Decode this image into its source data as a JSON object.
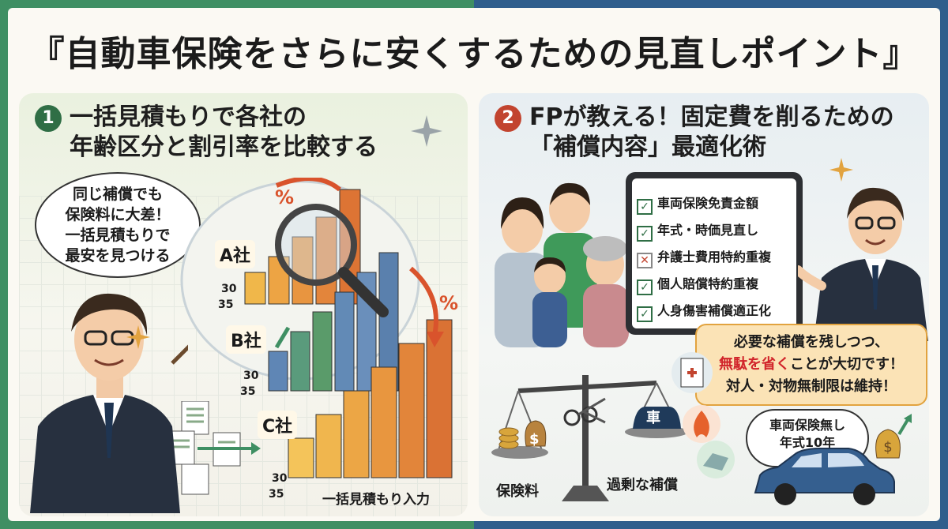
{
  "title": "『自動車保険をさらに安くするための見直しポイント』",
  "section1": {
    "number": "1",
    "heading_line1": "一括見積もりで各社の",
    "heading_line2": "年齢区分と割引率を比較する",
    "bubble": [
      "同じ補償でも",
      "保険料に大差！",
      "一括見積もりで",
      "最安を見つける"
    ],
    "companies": [
      "A社",
      "B社",
      "C社"
    ],
    "age_labels": [
      "30",
      "35"
    ],
    "percent": "%",
    "input_label": "一括見積もり入力"
  },
  "section2": {
    "number": "2",
    "heading_line1": "FPが教える！固定費を削るための",
    "heading_line2": "「補償内容」最適化術",
    "checklist": [
      {
        "label": "車両保険免責金額",
        "state": "check"
      },
      {
        "label": "年式・時価見直し",
        "state": "check"
      },
      {
        "label": "弁護士費用特約重複",
        "state": "cross"
      },
      {
        "label": "個人賠償特約重複",
        "state": "check"
      },
      {
        "label": "人身傷害補償適正化",
        "state": "check"
      }
    ],
    "note_line1": "必要な補償を残しつつ、",
    "note_red": "無駄を省く",
    "note_line2_rest": "ことが大切です！",
    "note_line3": "対人・対物無制限は維持！",
    "scale_left": "保険料",
    "scale_right": "過剰な補償",
    "car_glyph": "車",
    "coin_glyph": "$",
    "thought": [
      "車両保険無し",
      "年式10年"
    ]
  },
  "colors": {
    "accent_green": "#3f8f63",
    "accent_blue": "#2f5e8c",
    "highlight_red": "#d1242a"
  }
}
